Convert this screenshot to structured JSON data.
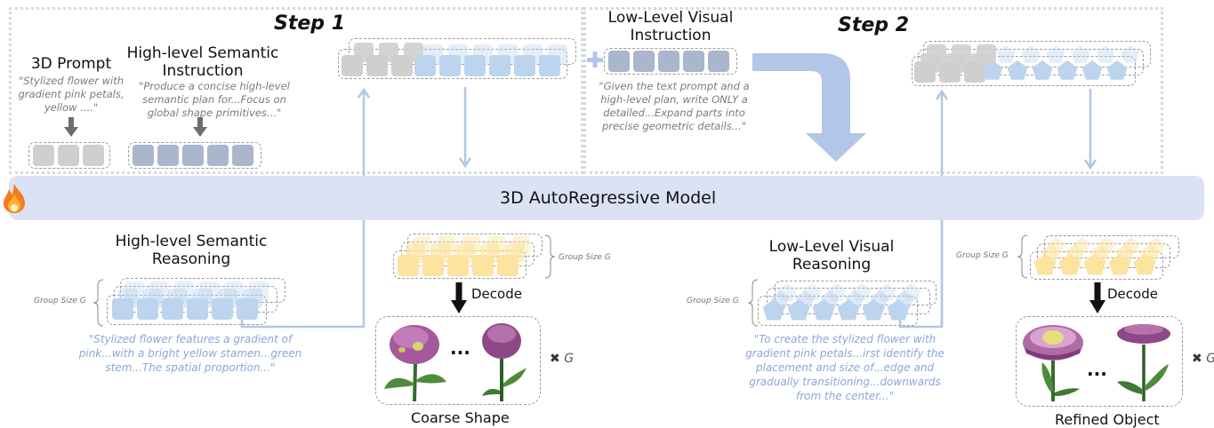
{
  "step1": {
    "label": "Step 1",
    "prompt_title": "3D Prompt",
    "prompt_quote": "\"Stylized flower with gradient pink petals, yellow ....\"",
    "instruction_title_line1": "High-level Semantic",
    "instruction_title_line2": "Instruction",
    "instruction_quote": "\"Produce a concise high-level semantic plan for...Focus on global shape primitives...\""
  },
  "step2": {
    "label": "Step 2",
    "instruction_title_line1": "Low-Level Visual",
    "instruction_title_line2": "Instruction",
    "instruction_quote": "\"Given the text prompt and a high-level plan, write ONLY a detailed...Expand parts into precise geometric details...\""
  },
  "model": {
    "label": "3D AutoRegressive Model",
    "trainable_icon": "fire-icon"
  },
  "lower_left": {
    "reasoning_title_line1": "High-level Semantic",
    "reasoning_title_line2": "Reasoning",
    "group_label": "Group Size G",
    "reasoning_quote": "\"Stylized flower features a gradient of pink...with a bright yellow stamen...green stem...The spatial proportion...\"",
    "decode_label": "Decode",
    "group_label_2": "Group Size G",
    "ellipsis": "...",
    "times_label": "G",
    "caption": "Coarse Shape"
  },
  "lower_right": {
    "reasoning_title_line1": "Low-Level Visual",
    "reasoning_title_line2": "Reasoning",
    "group_label": "Group Size G",
    "reasoning_quote": "\"To create the stylized flower with gradient pink petals...irst identify the placement and size of...edge and gradually transitioning...downwards from the center...\"",
    "decode_label": "Decode",
    "group_label_2": "Group Size G",
    "ellipsis": "...",
    "times_label": "G",
    "caption": "Refined Object"
  },
  "colors": {
    "prompt_token": "#cfcfcf",
    "instruction_token": "#a9b6cc",
    "semantic_token": "#bcd4ee",
    "geometry_token": "#fde3a0",
    "model_bar": "#dbe2f3",
    "arrow": "#b3c6e7",
    "petal": "#b46aa8",
    "leaf": "#3f7f34"
  }
}
